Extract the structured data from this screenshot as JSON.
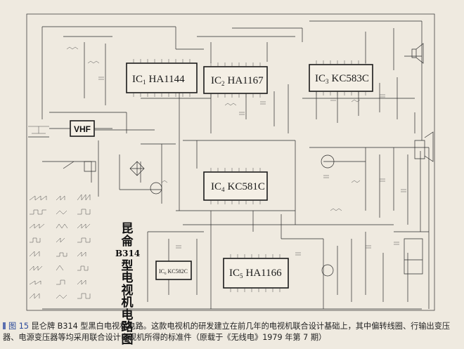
{
  "ics": [
    {
      "id": "ic1",
      "ic": "IC",
      "sub": "1",
      "part": "HA1144"
    },
    {
      "id": "ic2",
      "ic": "IC",
      "sub": "2",
      "part": "HA1167"
    },
    {
      "id": "ic3",
      "ic": "IC",
      "sub": "3",
      "part": "KC583C"
    },
    {
      "id": "ic4",
      "ic": "IC",
      "sub": "4",
      "part": "KC581C"
    },
    {
      "id": "ic5",
      "ic": "IC",
      "sub": "5",
      "part": "HA1166"
    },
    {
      "id": "ic6",
      "ic": "IC",
      "sub": "6",
      "part": "KC582C"
    }
  ],
  "vhf_label": "VHF",
  "vertical_title": [
    "昆",
    "侖",
    "B314",
    "型",
    "电",
    "视",
    "机",
    "电",
    "路",
    "图"
  ],
  "caption": {
    "figure": "图 15",
    "text": "昆仑牌 B314 型黑白电视机电路。这款电视机的研发建立在前几年的电视机联合设计基础上，其中偏转线圈、行输出变压器、电源变压器等均采用联合设计电视机所得的标准件（原载于《无线电》1979 年第 7 期）"
  }
}
